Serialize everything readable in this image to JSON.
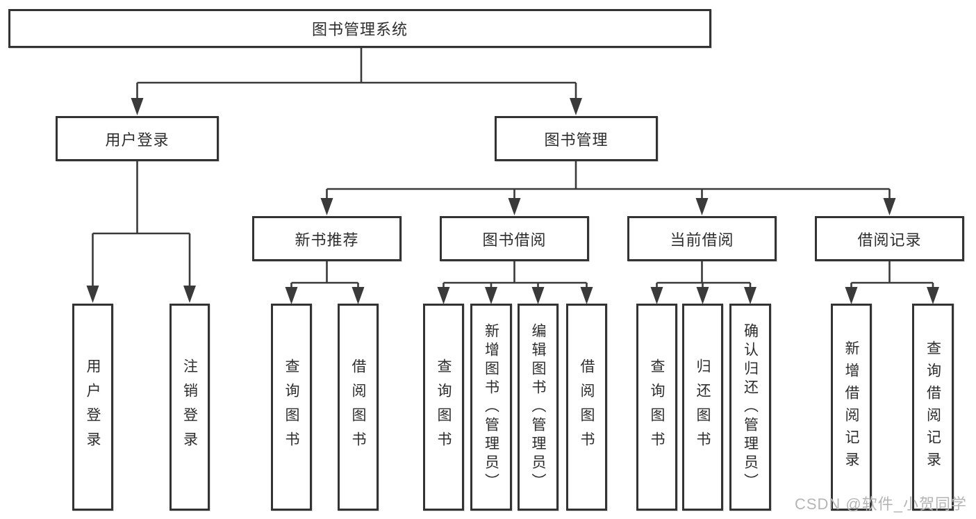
{
  "tree": {
    "root": "图书管理系统",
    "children": [
      {
        "label": "用户登录",
        "children": [
          "用户登录",
          "注销登录"
        ]
      },
      {
        "label": "图书管理",
        "children": [
          {
            "label": "新书推荐",
            "children": [
              "查询图书",
              "借阅图书"
            ]
          },
          {
            "label": "图书借阅",
            "children": [
              "查询图书",
              "新增图书（管理员）",
              "编辑图书（管理员）",
              "借阅图书"
            ]
          },
          {
            "label": "当前借阅",
            "children": [
              "查询图书",
              "归还图书",
              "确认归还（管理员）"
            ]
          },
          {
            "label": "借阅记录",
            "children": [
              "新增借阅记录",
              "查询借阅记录"
            ]
          }
        ]
      }
    ]
  },
  "watermark": {
    "text": "CSDN @软件_小贺同学",
    "color": "#b5b5b5"
  },
  "colors": {
    "line": "#3a3a3a",
    "box_border": "#333333",
    "text": "#2d2d2d",
    "background": "#ffffff"
  }
}
